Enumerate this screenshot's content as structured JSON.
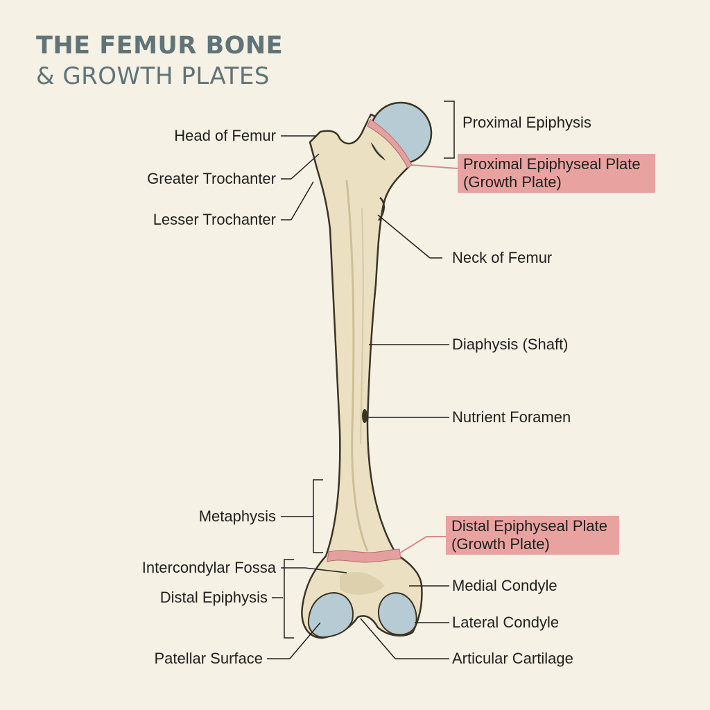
{
  "title": {
    "line1": "THE FEMUR BONE",
    "line2": "& GROWTH PLATES"
  },
  "labels_left": {
    "head_of_femur": "Head of Femur",
    "greater_trochanter": "Greater Trochanter",
    "lesser_trochanter": "Lesser Trochanter",
    "metaphysis": "Metaphysis",
    "intercondylar_fossa": "Intercondylar Fossa",
    "distal_epiphysis": "Distal Epiphysis",
    "patellar_surface": "Patellar Surface"
  },
  "labels_right": {
    "proximal_epiphysis": "Proximal Epiphysis",
    "neck_of_femur": "Neck of Femur",
    "diaphysis": "Diaphysis (Shaft)",
    "nutrient_foramen": "Nutrient Foramen",
    "medial_condyle": "Medial Condyle",
    "lateral_condyle": "Lateral Condyle",
    "articular_cartilage": "Articular Cartilage"
  },
  "highlighted": {
    "proximal_plate_line1": "Proximal Epiphyseal Plate",
    "proximal_plate_line2": "(Growth Plate)",
    "distal_plate_line1": "Distal Epiphyseal Plate",
    "distal_plate_line2": "(Growth Plate)"
  },
  "colors": {
    "background": "#f5f1e4",
    "bone": "#ebe1c2",
    "cartilage": "#b6cbd3",
    "growth_plate": "#e4a0a0",
    "highlight_box": "#e8a3a0",
    "title": "#5f7378"
  }
}
